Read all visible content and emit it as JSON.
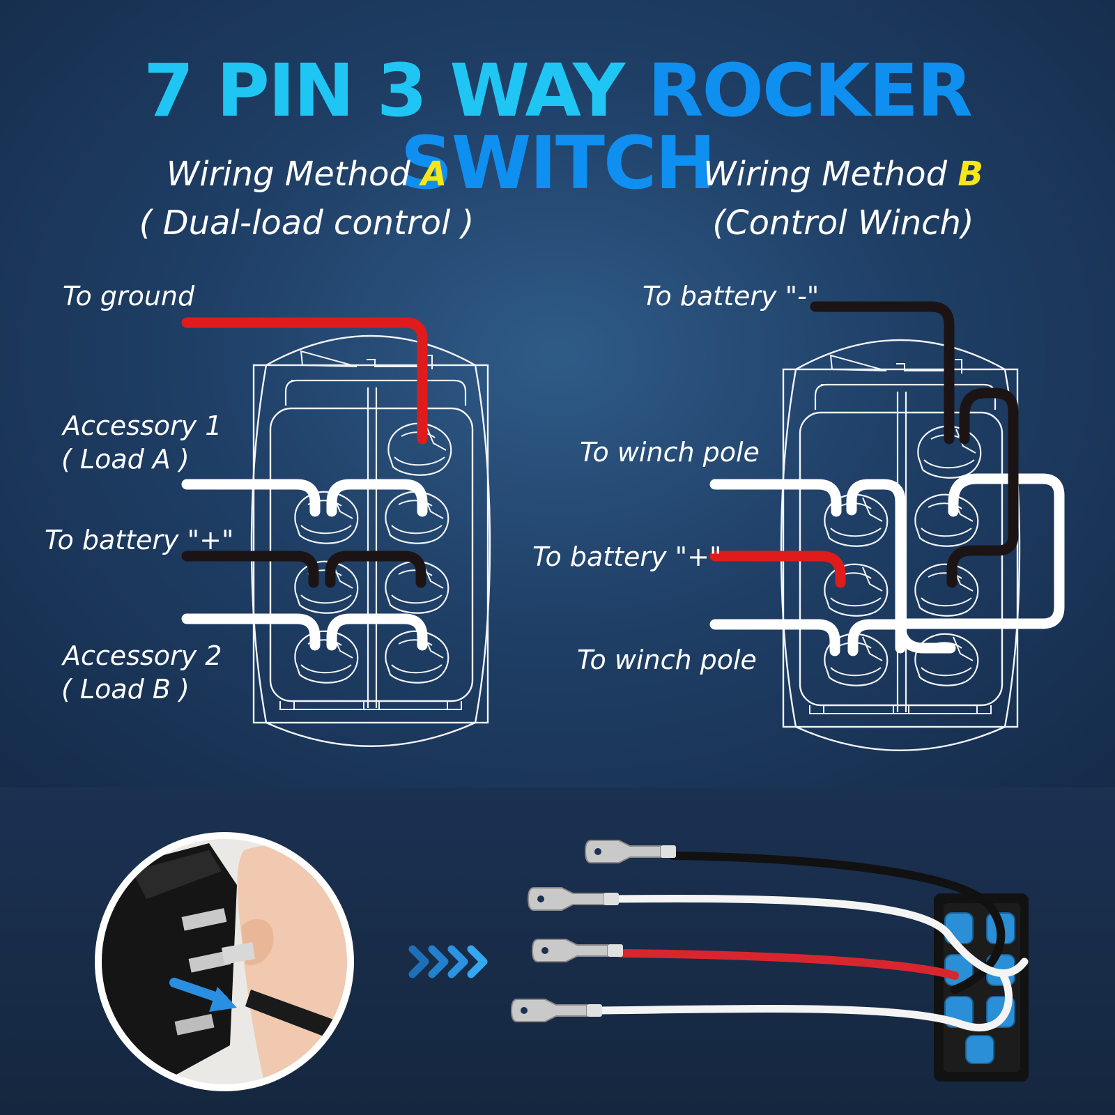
{
  "title": {
    "part1": "7 PIN 3 WAY ",
    "part2": "ROCKER SWITCH"
  },
  "method_a": {
    "heading": "Wiring Method ",
    "letter": "A",
    "subtitle": "( Dual-load control )",
    "labels": {
      "ground": "To ground",
      "acc1_line1": "Accessory 1",
      "acc1_line2": "( Load A )",
      "battery_plus": "To battery \"+\"",
      "acc2_line1": "Accessory 2",
      "acc2_line2": "( Load B )"
    }
  },
  "method_b": {
    "heading": "Wiring Method ",
    "letter": "B",
    "subtitle": "(Control Winch)",
    "labels": {
      "battery_minus": "To battery \"-\"",
      "winch_pole_top": "To winch pole",
      "battery_plus": "To battery \"+\"",
      "winch_pole_bottom": "To winch pole"
    }
  },
  "colors": {
    "title_light": "#1fc6f4",
    "title_dark": "#0f8ff0",
    "method_letter": "#f6e61a",
    "wire_red": "#e01b1b",
    "wire_black": "#1c1414",
    "wire_white": "#ffffff",
    "connector_blue": "#2a8fd6"
  },
  "icons": {
    "arrow": "chevron-right-icon",
    "install_arrow": "arrow-down-right-icon"
  }
}
